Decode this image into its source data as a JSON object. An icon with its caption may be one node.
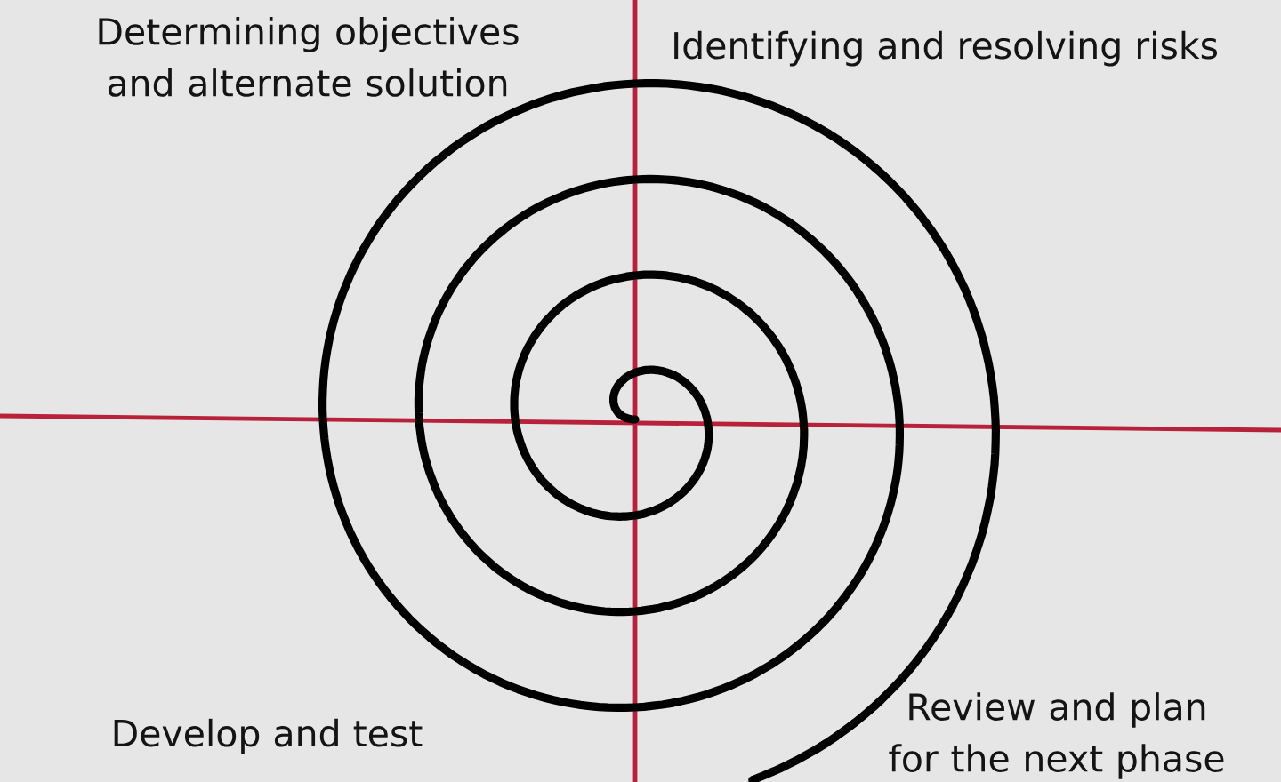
{
  "diagram": {
    "labels": [
      "Determining objectives and alternate solution",
      "Identifying and resolving risks",
      "Review and plan for the next phase",
      "Develop and test"
    ]
  }
}
